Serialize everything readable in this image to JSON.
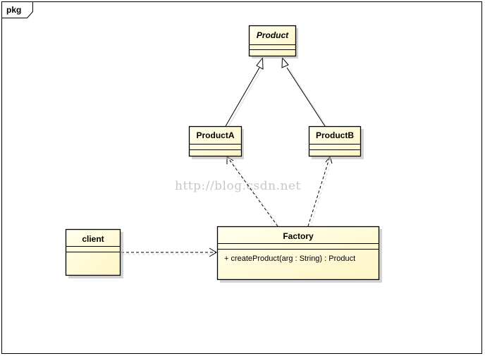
{
  "package": {
    "label": "pkg"
  },
  "watermark": "http://blog.csdn.net",
  "classes": {
    "product": {
      "name": "Product",
      "abstract": true
    },
    "product_a": {
      "name": "ProductA"
    },
    "product_b": {
      "name": "ProductB"
    },
    "client": {
      "name": "client"
    },
    "factory": {
      "name": "Factory",
      "operations": [
        "+ createProduct(arg : String) : Product"
      ]
    }
  },
  "colors": {
    "class_fill": "#fffdd8",
    "stroke": "#000000",
    "shadow": "#b0b0b0"
  }
}
